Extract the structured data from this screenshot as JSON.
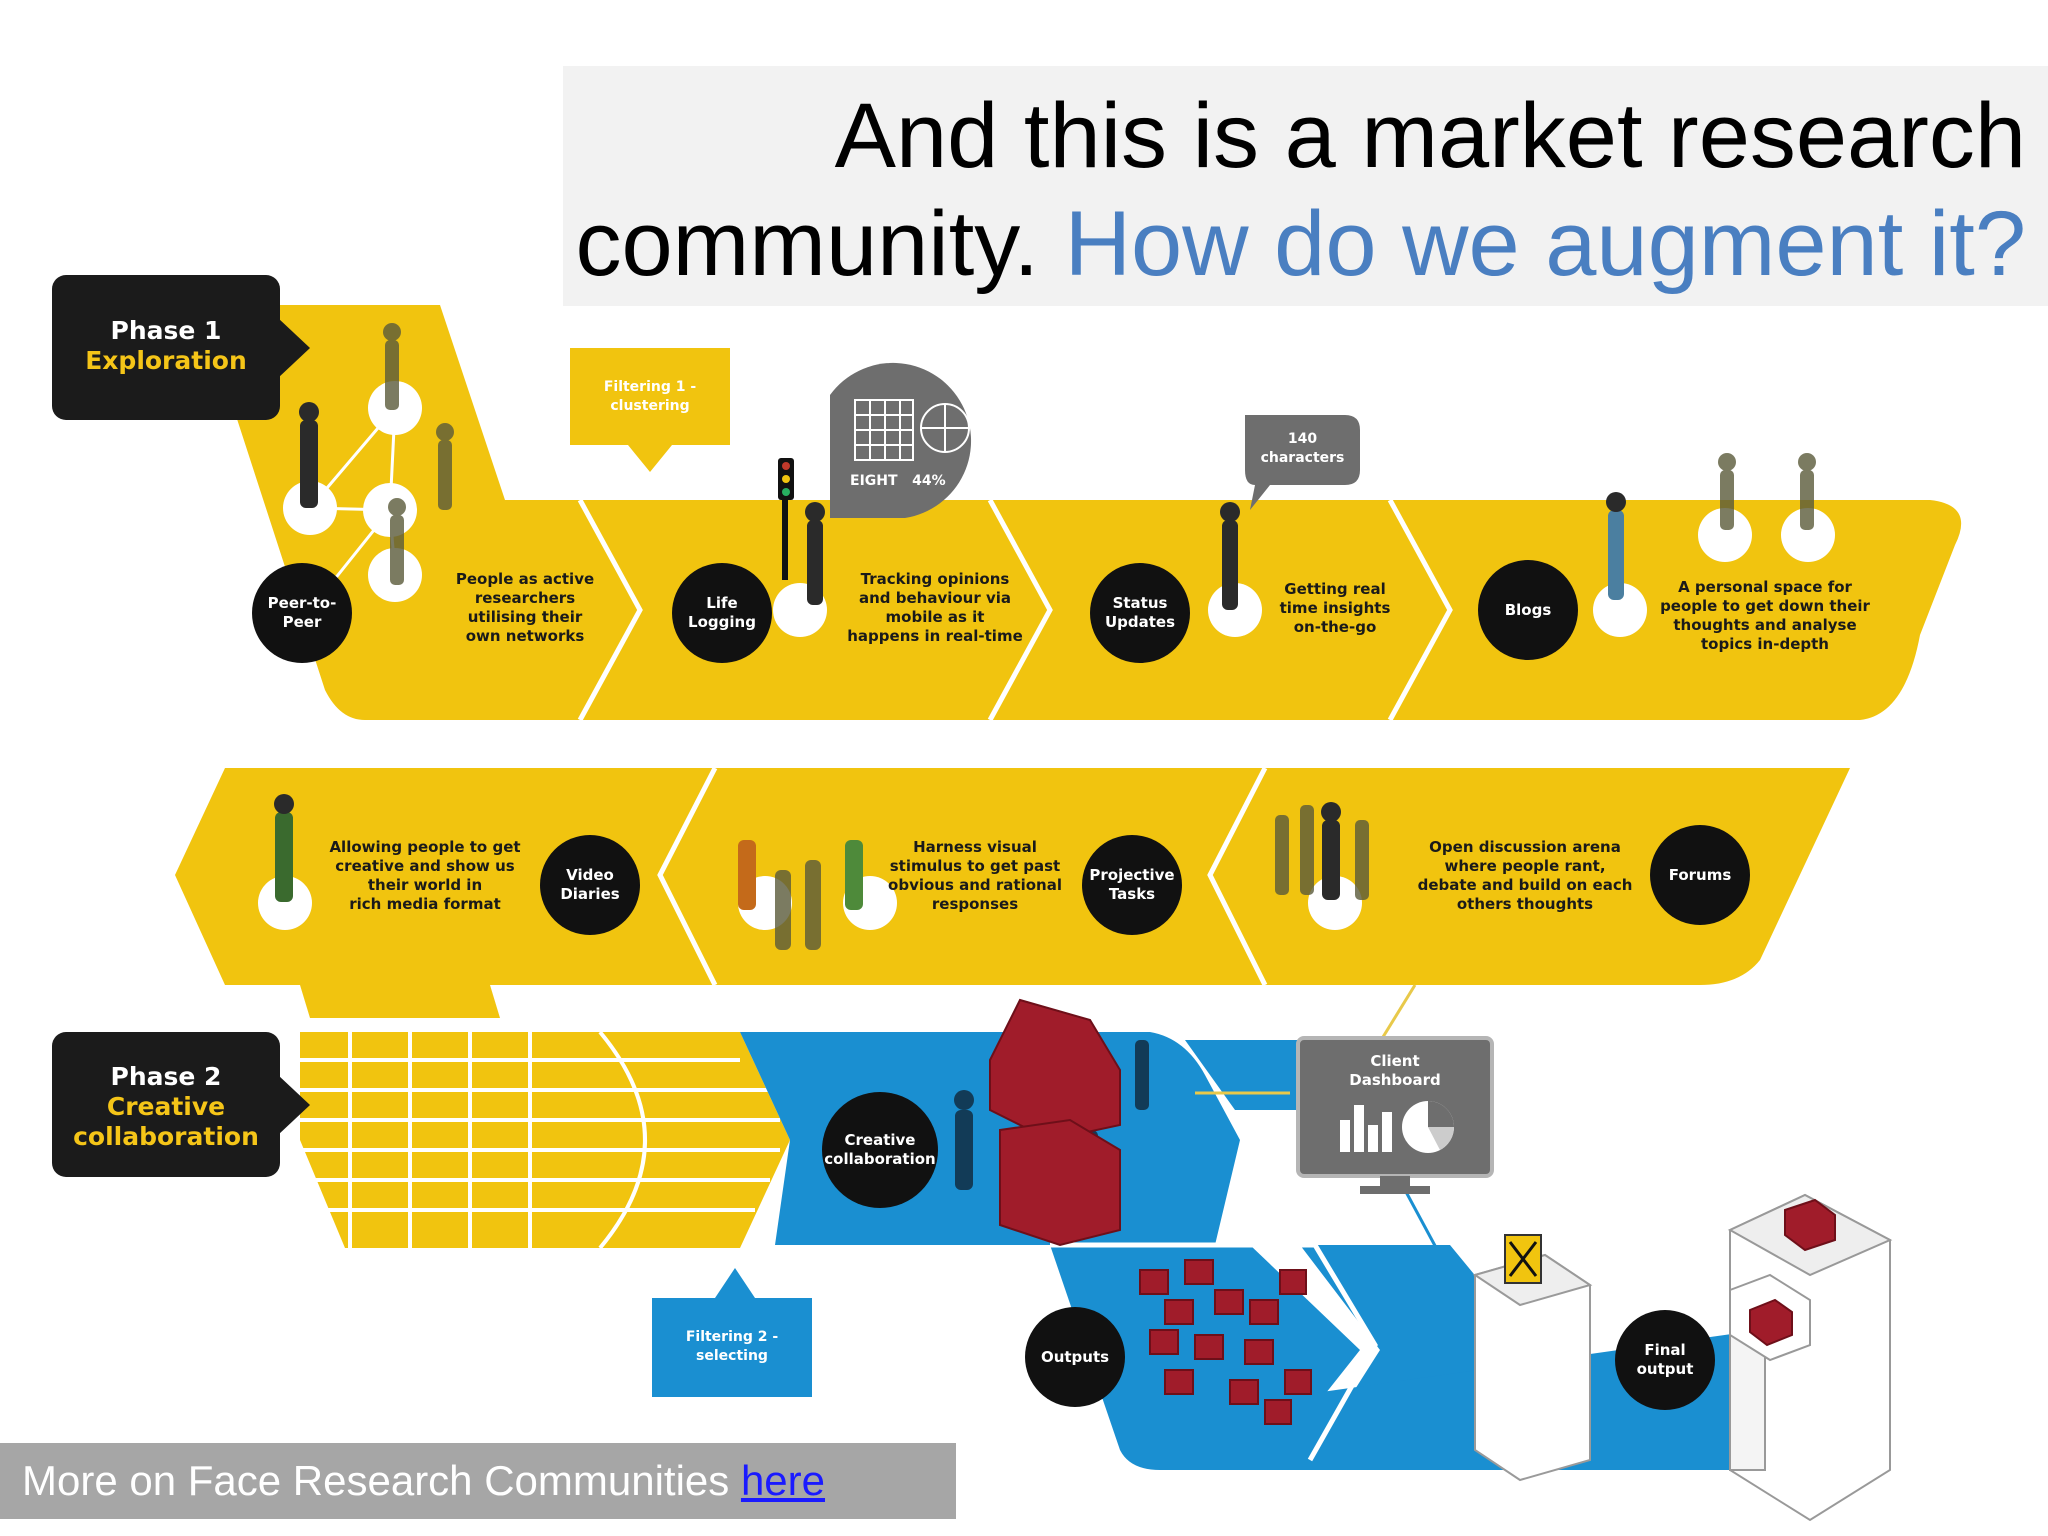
{
  "title": {
    "line1": "And this is a market research",
    "line2_plain": "community.",
    "line2_accent": "How do we augment it?"
  },
  "colors": {
    "yellow": "#f1c40f",
    "blue": "#1a8fd1",
    "dark": "#111111",
    "accent_text": "#4a7fc1",
    "red": "#a01c2a"
  },
  "phase1": {
    "label": "Phase 1",
    "name": "Exploration"
  },
  "phase2": {
    "label": "Phase 2",
    "name_line1": "Creative",
    "name_line2": "collaboration"
  },
  "filtering1": {
    "line1": "Filtering 1 -",
    "line2": "clustering"
  },
  "filtering2": {
    "line1": "Filtering 2 -",
    "line2": "selecting"
  },
  "eight_bubble": {
    "text1": "EIGHT",
    "text2": "44%"
  },
  "chars_bubble": {
    "line1": "140",
    "line2": "characters"
  },
  "client_dashboard": {
    "line1": "Client",
    "line2": "Dashboard"
  },
  "row1": [
    {
      "circle_l1": "Peer-to-",
      "circle_l2": "Peer",
      "desc": [
        "People as active",
        "researchers",
        "utilising their",
        "own networks"
      ]
    },
    {
      "circle_l1": "Life",
      "circle_l2": "Logging",
      "desc": [
        "Tracking opinions",
        "and behaviour via",
        "mobile as it",
        "happens in real-time"
      ]
    },
    {
      "circle_l1": "Status",
      "circle_l2": "Updates",
      "desc": [
        "Getting real",
        "time insights",
        "on-the-go"
      ]
    },
    {
      "circle_l1": "Blogs",
      "circle_l2": "",
      "desc": [
        "A personal space for",
        "people to get down their",
        "thoughts and analyse",
        "topics in-depth"
      ]
    }
  ],
  "row2": [
    {
      "circle_l1": "Video",
      "circle_l2": "Diaries",
      "desc": [
        "Allowing people to get",
        "creative and show us",
        "their world in",
        "rich media format"
      ]
    },
    {
      "circle_l1": "Projective",
      "circle_l2": "Tasks",
      "desc": [
        "Harness visual",
        "stimulus to get past",
        "obvious and rational",
        "responses"
      ]
    },
    {
      "circle_l1": "Forums",
      "circle_l2": "",
      "desc": [
        "Open discussion arena",
        "where people rant,",
        "debate and build on each",
        "others thoughts"
      ]
    }
  ],
  "phase2_circles": {
    "creative_l1": "Creative",
    "creative_l2": "collaboration",
    "outputs": "Outputs",
    "final_l1": "Final",
    "final_l2": "output"
  },
  "footer": {
    "text": "More on Face Research Communities",
    "link": "here"
  }
}
